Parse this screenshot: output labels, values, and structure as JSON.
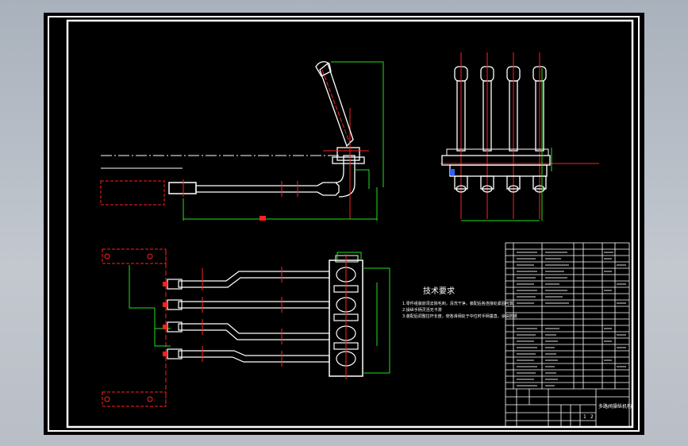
{
  "drawing": {
    "tech_title": "技术要求",
    "tech_lines": [
      "1.零件组装前须去除毛刺，清洗干净，装配后各连接处紧固可靠",
      "2.操纵手柄灵活无卡滞",
      "3.装配后调整拉杆长度，使各滑阀处于中位时手柄垂直，涂油防锈"
    ],
    "title_block_name": "多路阀操纵机构",
    "sheet_info": [
      "1",
      "2"
    ]
  },
  "colors": {
    "background": "#000000",
    "frame": "#ffffff",
    "centerline": "#ff2020",
    "dimension": "#20e020",
    "part_outline": "#ffffff"
  }
}
